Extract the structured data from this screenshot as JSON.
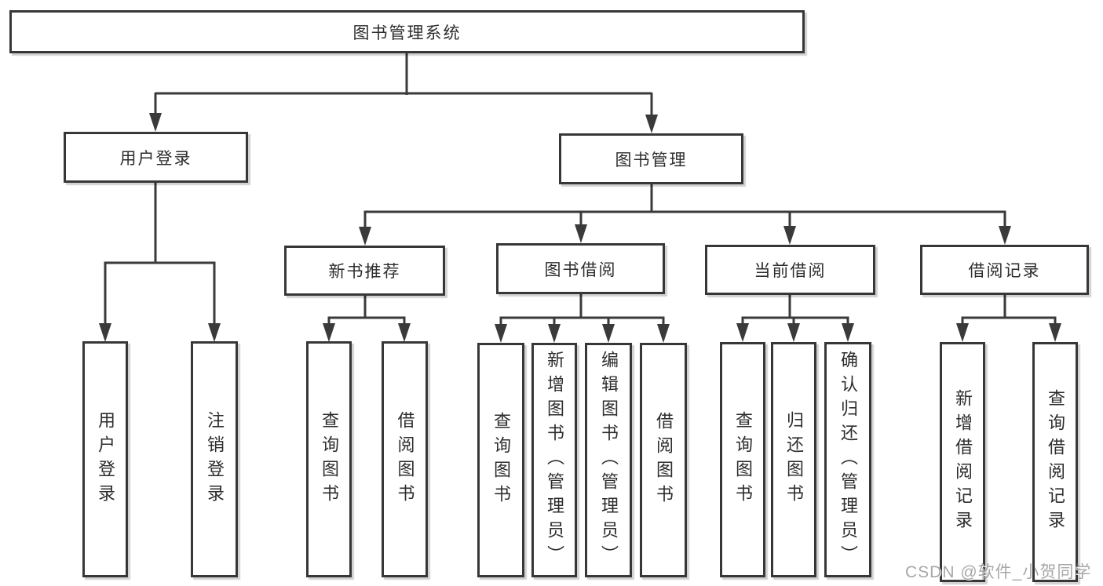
{
  "diagram": {
    "root": {
      "label": "图书管理系统"
    },
    "branches": [
      {
        "label": "用户登录",
        "children": [
          {
            "label": "用户登录"
          },
          {
            "label": "注销登录"
          }
        ]
      },
      {
        "label": "图书管理",
        "children": [
          {
            "label": "新书推荐",
            "children": [
              {
                "label": "查询图书"
              },
              {
                "label": "借阅图书"
              }
            ]
          },
          {
            "label": "图书借阅",
            "children": [
              {
                "label": "查询图书"
              },
              {
                "label": "新增图书（管理员）"
              },
              {
                "label": "编辑图书（管理员）"
              },
              {
                "label": "借阅图书"
              }
            ]
          },
          {
            "label": "当前借阅",
            "children": [
              {
                "label": "查询图书"
              },
              {
                "label": "归还图书"
              },
              {
                "label": "确认归还（管理员）"
              }
            ]
          },
          {
            "label": "借阅记录",
            "children": [
              {
                "label": "新增借阅记录"
              },
              {
                "label": "查询借阅记录"
              }
            ]
          }
        ]
      }
    ]
  },
  "watermark": {
    "text": "CSDN @软件_小贺同学"
  },
  "colors": {
    "line": "#3a3a3a",
    "border": "#373737",
    "text": "#2d2d2d",
    "watermark": "#919191",
    "background": "#ffffff"
  }
}
